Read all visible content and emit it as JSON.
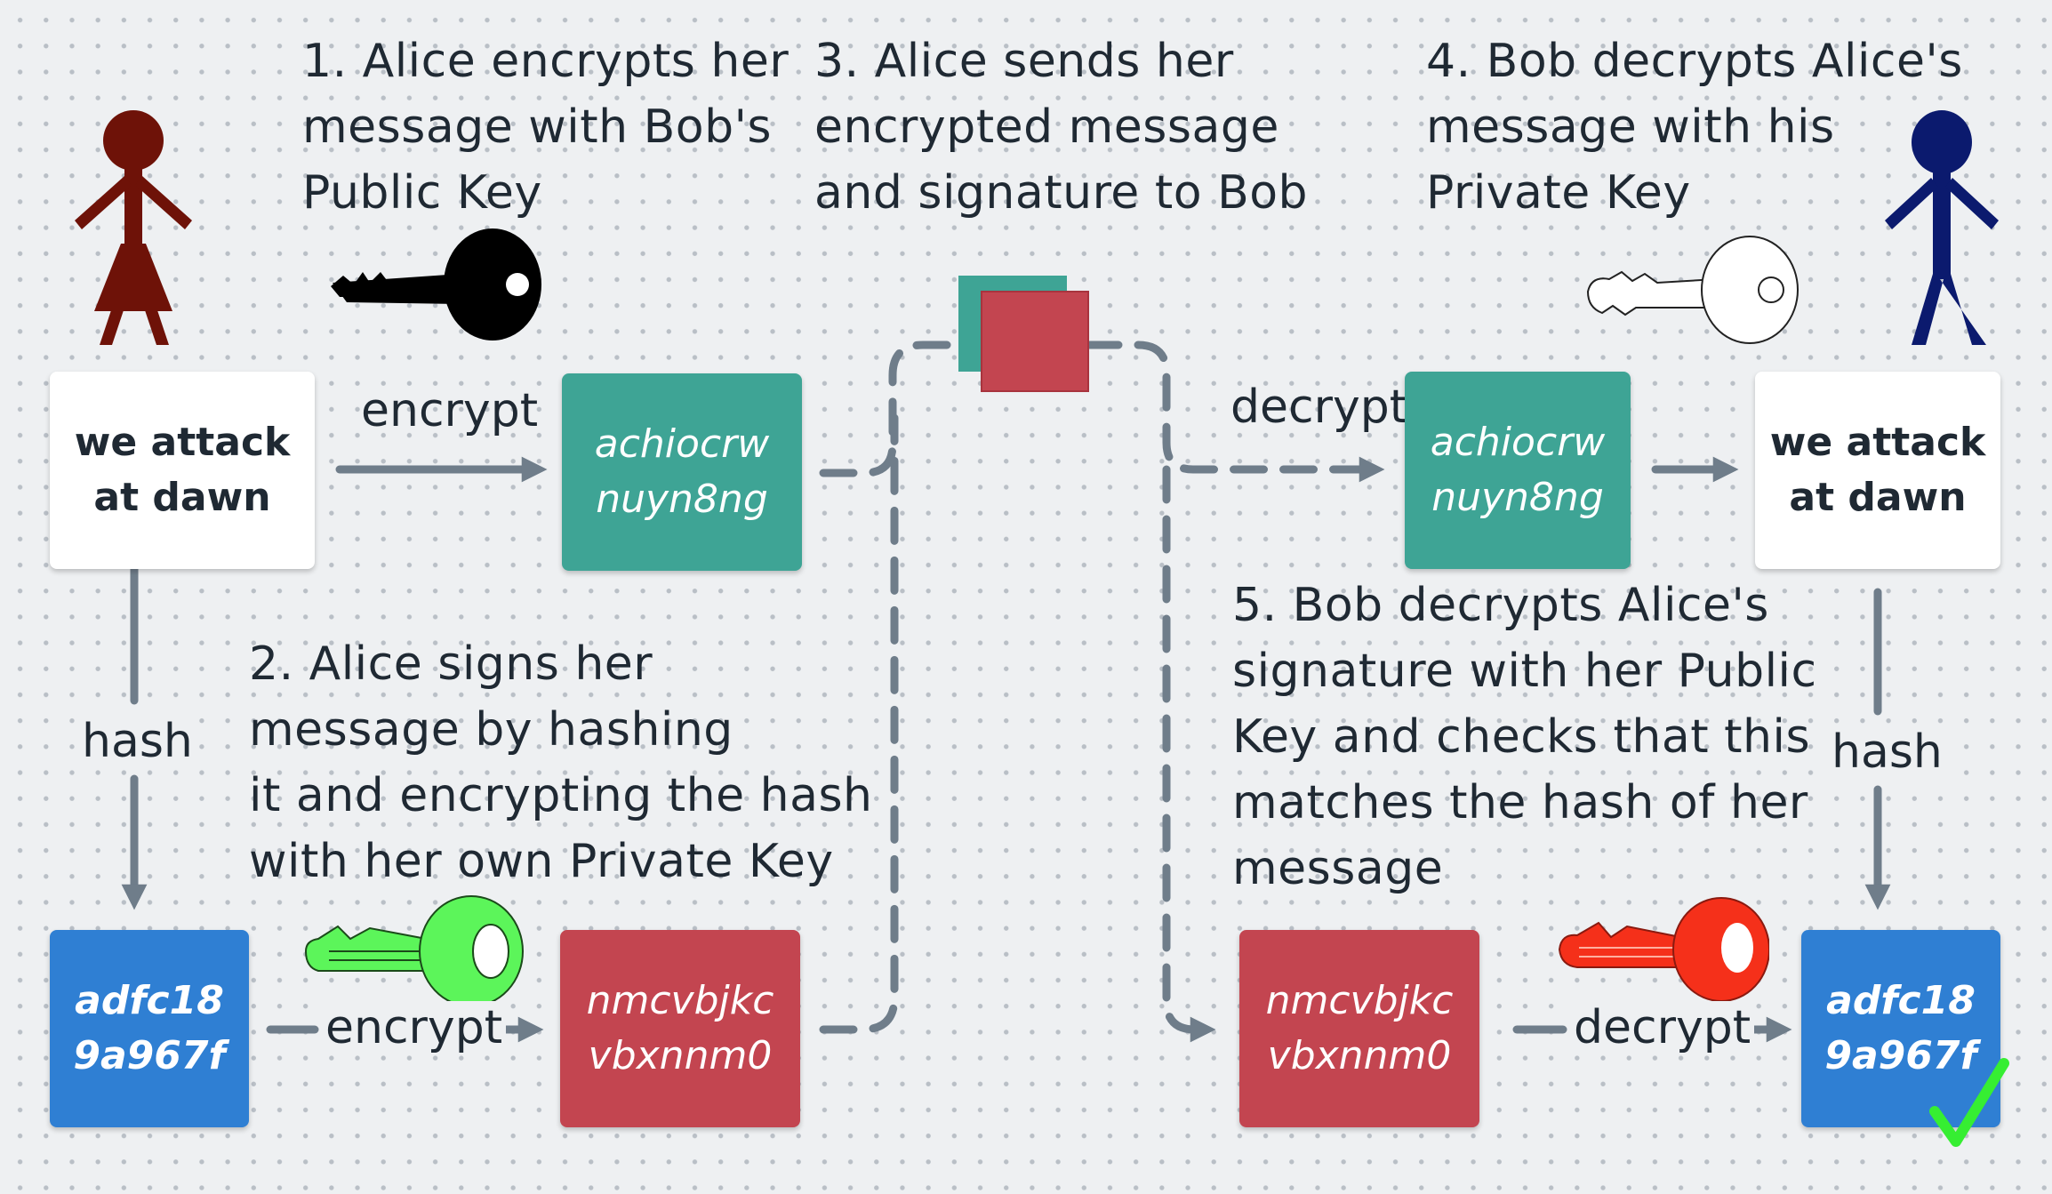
{
  "steps": {
    "step1": [
      "1. Alice encrypts her",
      "message with Bob's",
      "Public Key"
    ],
    "step2": [
      "2. Alice signs her",
      "message by hashing",
      "it and encrypting the hash",
      "with her own Private Key"
    ],
    "step3": [
      "3. Alice sends her",
      "encrypted message",
      "and signature to Bob"
    ],
    "step4": [
      "4. Bob decrypts Alice's",
      "message with his",
      "Private Key"
    ],
    "step5": [
      "5. Bob decrypts Alice's",
      "signature with her Public",
      "Key and checks that this",
      "matches the hash of her",
      "message"
    ]
  },
  "labels": {
    "encrypt_top": "encrypt",
    "encrypt_bottom": "encrypt",
    "decrypt_top": "decrypt",
    "decrypt_bottom": "decrypt",
    "hash_left": "hash",
    "hash_right": "hash"
  },
  "boxes": {
    "alice_message": [
      "we attack",
      "at dawn"
    ],
    "alice_ciphertext": [
      "achiocrw",
      "nuyn8ng"
    ],
    "alice_hash": [
      "adfc18",
      "9a967f"
    ],
    "alice_signature": [
      "nmcvbjkc",
      "vbxnnm0"
    ],
    "bob_ciphertext": [
      "achiocrw",
      "nuyn8ng"
    ],
    "bob_message": [
      "we attack",
      "at dawn"
    ],
    "bob_signature": [
      "nmcvbjkc",
      "vbxnnm0"
    ],
    "bob_hash": [
      "adfc18",
      "9a967f"
    ]
  },
  "colors": {
    "alice": "#6e1208",
    "bob": "#0b1a6e",
    "teal": "#3ea495",
    "red": "#c34550",
    "blue": "#2f7fd3",
    "bob_public_key": "#000000",
    "bob_private_key": "#ffffff",
    "alice_private_key": "#5cf55a",
    "alice_public_key": "#f5301a",
    "check": "#36ee32"
  },
  "icons": [
    "alice-figure",
    "bob-figure",
    "bob-public-key-icon",
    "bob-private-key-icon",
    "alice-private-key-icon",
    "alice-public-key-icon",
    "envelope-icon",
    "checkmark-icon"
  ]
}
